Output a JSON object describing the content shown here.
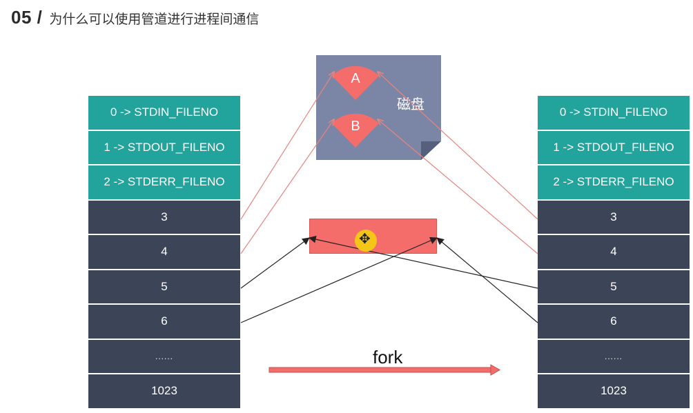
{
  "header": {
    "number": "05 /",
    "title": "为什么可以使用管道进行进程间通信"
  },
  "left_table": {
    "rows": [
      {
        "label": "0 -> STDIN_FILENO",
        "kind": "std"
      },
      {
        "label": "1 -> STDOUT_FILENO",
        "kind": "std"
      },
      {
        "label": "2 -> STDERR_FILENO",
        "kind": "std"
      },
      {
        "label": "3",
        "kind": "gen"
      },
      {
        "label": "4",
        "kind": "gen"
      },
      {
        "label": "5",
        "kind": "gen"
      },
      {
        "label": "6",
        "kind": "gen"
      },
      {
        "label": "......",
        "kind": "dots"
      },
      {
        "label": "1023",
        "kind": "gen"
      }
    ]
  },
  "right_table": {
    "rows": [
      {
        "label": "0 -> STDIN_FILENO",
        "kind": "std"
      },
      {
        "label": "1 -> STDOUT_FILENO",
        "kind": "std"
      },
      {
        "label": "2 -> STDERR_FILENO",
        "kind": "std"
      },
      {
        "label": "3",
        "kind": "gen"
      },
      {
        "label": "4",
        "kind": "gen"
      },
      {
        "label": "5",
        "kind": "gen"
      },
      {
        "label": "6",
        "kind": "gen"
      },
      {
        "label": "......",
        "kind": "dots"
      },
      {
        "label": "1023",
        "kind": "gen"
      }
    ]
  },
  "disk": {
    "label": "磁盘",
    "sectors": [
      "A",
      "B"
    ]
  },
  "fork": {
    "label": "fork"
  },
  "colors": {
    "std_row": "#22a39b",
    "generic_row": "#3c4558",
    "disk": "#7b86a6",
    "sector": "#f46d6b",
    "pipe": "#f46d6b",
    "disk_link": "#e8847f",
    "pipe_link": "#222222"
  },
  "icons": {
    "cursor": "move-cursor-icon"
  }
}
